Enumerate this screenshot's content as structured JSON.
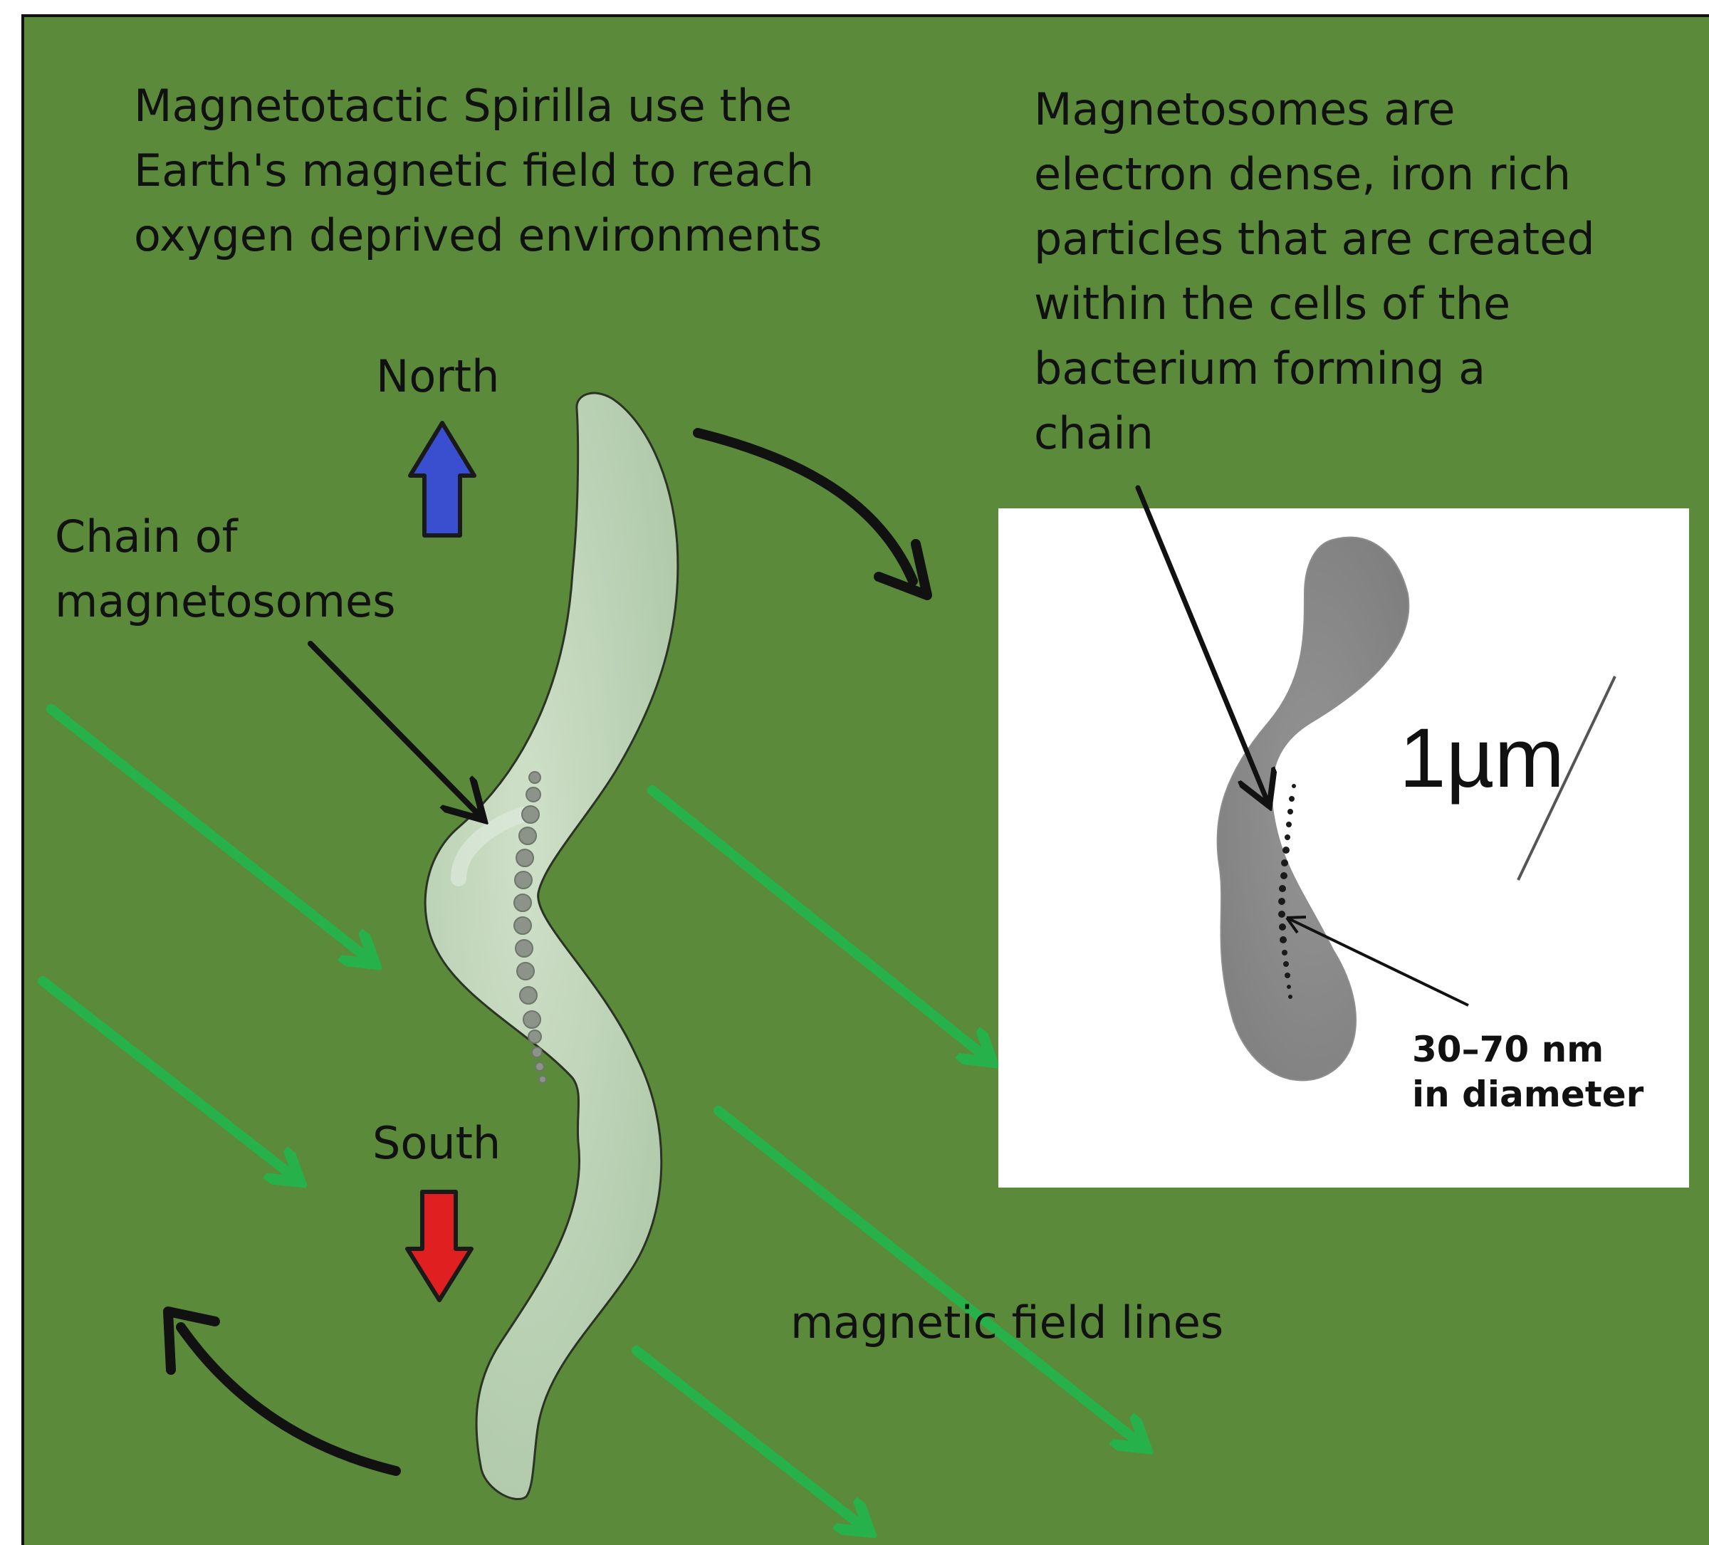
{
  "texts": {
    "title_left": "Magnetotactic Spirilla use the\nEarth's magnetic field to reach\noxygen deprived environments",
    "title_right": "Magnetosomes are\nelectron dense, iron rich\nparticles that are created\nwithin the cells of the\nbacterium forming a\nchain",
    "north": "North",
    "south": "South",
    "chain_label": "Chain of\nmagnetosomes",
    "field_label": "magnetic field lines",
    "scale_bar": "1µm",
    "particle_size": "30–70 nm\nin diameter"
  },
  "colors": {
    "background": "#5b8a3a",
    "bacterium": "#b9d0b3",
    "north_arrow": "#3a4fd0",
    "south_arrow": "#e02020",
    "field_lines": "#27b14a",
    "micrograph_cell": "#8a8a8a",
    "text": "#111111"
  },
  "icons": {
    "north": "arrow-up-icon",
    "south": "arrow-down-icon",
    "rotation": "curved-arrow-icon"
  }
}
